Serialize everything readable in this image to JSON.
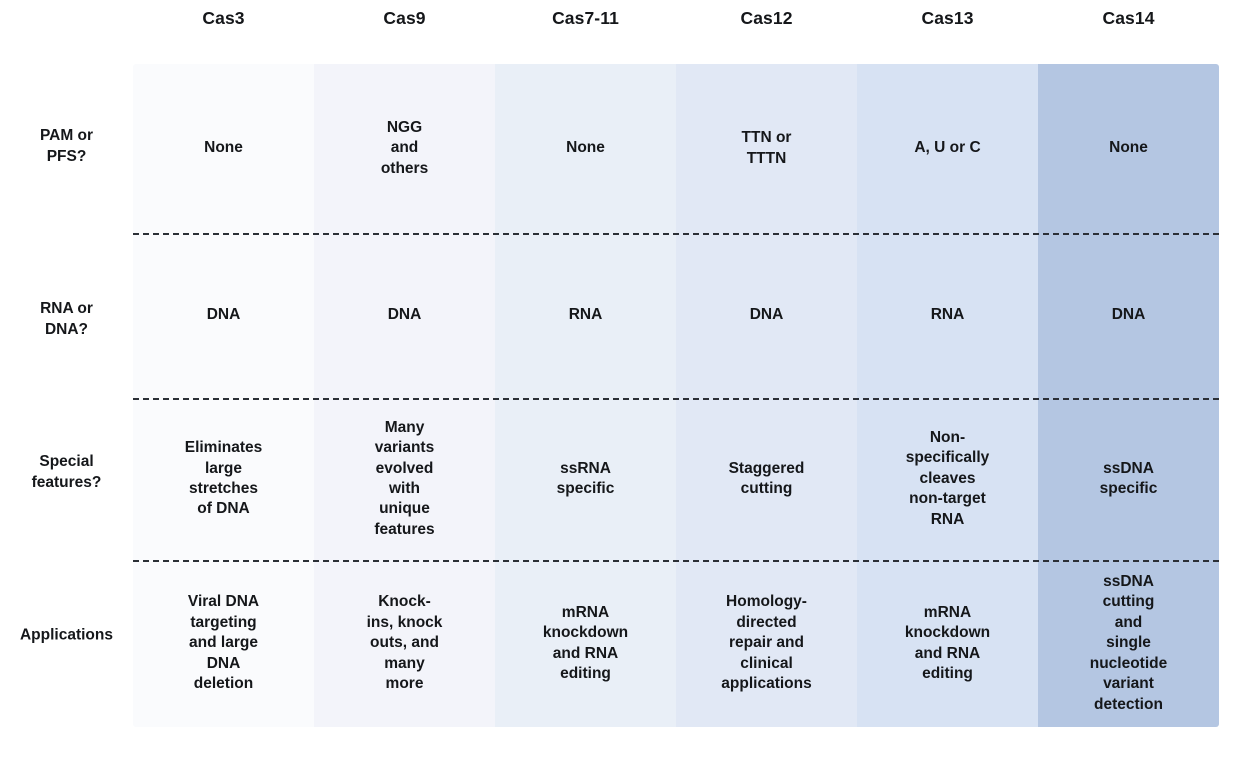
{
  "figure": {
    "title": "CRISPR Cas protein comparison table",
    "background_color": "#ffffff",
    "divider_color": "#2b2f36",
    "text_color": "#15171a"
  },
  "columns": [
    {
      "label": "Cas3",
      "color": "#fafbfd"
    },
    {
      "label": "Cas9",
      "color": "#f3f4fa"
    },
    {
      "label": "Cas7-11",
      "color": "#e9eff7"
    },
    {
      "label": "Cas12",
      "color": "#e1e8f5"
    },
    {
      "label": "Cas13",
      "color": "#d7e2f3"
    },
    {
      "label": "Cas14",
      "color": "#b4c6e2"
    }
  ],
  "rows": [
    {
      "label": "PAM or\nPFS?",
      "cells": [
        "None",
        "NGG\nand\nothers",
        "None",
        "TTN or\nTTTN",
        "A, U or C",
        "None"
      ]
    },
    {
      "label": "RNA or\nDNA?",
      "cells": [
        "DNA",
        "DNA",
        "RNA",
        "DNA",
        "RNA",
        "DNA"
      ]
    },
    {
      "label": "Special\nfeatures?",
      "cells": [
        "Eliminates\nlarge\nstretches\nof DNA",
        "Many\nvariants\nevolved\nwith\nunique\nfeatures",
        "ssRNA\nspecific",
        "Staggered\ncutting",
        "Non-\nspecifically\ncleaves\nnon-target\nRNA",
        "ssDNA\nspecific"
      ]
    },
    {
      "label": "Applications",
      "cells": [
        "Viral DNA\ntargeting\nand large\nDNA\ndeletion",
        "Knock-\nins, knock\nouts, and\nmany\nmore",
        "mRNA\nknockdown\nand RNA\nediting",
        "Homology-\ndirected\nrepair and\nclinical\napplications",
        "mRNA\nknockdown\nand RNA\nediting",
        "ssDNA\ncutting\nand\nsingle\nnucleotide\nvariant\ndetection"
      ]
    }
  ]
}
